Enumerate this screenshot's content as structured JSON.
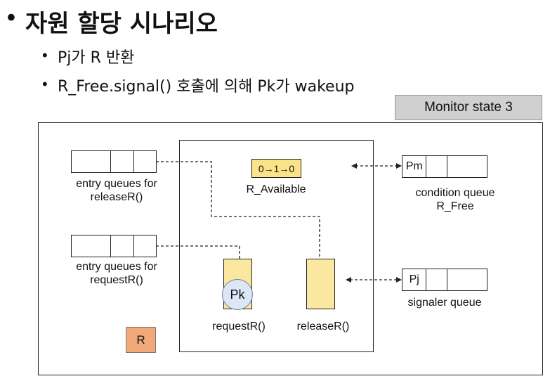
{
  "title": {
    "bullet": "•",
    "text": "자원 할당 시나리오"
  },
  "bullets": [
    {
      "bullet": "•",
      "text": "Pj가 R 반환"
    },
    {
      "bullet": "•",
      "text": "R_Free.signal() 호출에 의해 Pk가 wakeup"
    }
  ],
  "state_label": "Monitor state 3",
  "entry_release": {
    "label_line1": "entry queues for",
    "label_line2": "releaseR()"
  },
  "entry_request": {
    "label_line1": "entry queues for",
    "label_line2": "requestR()"
  },
  "r_available": {
    "value": "0→1→0",
    "label": "R_Available"
  },
  "condition_queue": {
    "item": "Pm",
    "label_line1": "condition queue",
    "label_line2": "R_Free"
  },
  "signaler_queue": {
    "item": "Pj",
    "label": "signaler queue"
  },
  "request_proc": {
    "label": "requestR()",
    "occupant": "Pk"
  },
  "release_proc": {
    "label": "releaseR()"
  },
  "resource": {
    "label": "R"
  },
  "colors": {
    "yellow_box": "#fbe38a",
    "proc_fill": "#fbe7a0",
    "circle_fill": "#dce6f4",
    "resource_fill": "#f2a878",
    "state_fill": "#d0d0d0"
  }
}
